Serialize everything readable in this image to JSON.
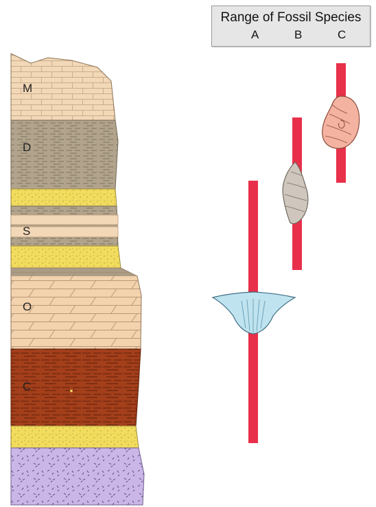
{
  "legend": {
    "title": "Range of Fossil Species",
    "species": [
      "A",
      "B",
      "C"
    ]
  },
  "layers": [
    "M",
    "D",
    "S",
    "O",
    "C"
  ],
  "colors": {
    "range_bar": "#e8304a",
    "limestone": "#f3d8b8",
    "shale": "#b2a48c",
    "sandstone": "#f1dc5e",
    "red_bed": "#a33f1a",
    "granite": "#cbb6e8",
    "legend_bg": "#e6e6e6"
  },
  "fossils": [
    "ammonite-icon",
    "gastropod-icon",
    "brachiopod-icon"
  ]
}
